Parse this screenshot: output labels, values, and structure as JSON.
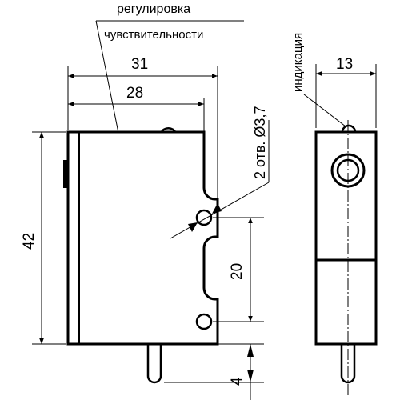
{
  "labels": {
    "adjust_line1": "регулировка",
    "adjust_line2": "чувствительности",
    "indication": "индикация",
    "holes": "2 отв. Ø3,7"
  },
  "dimensions": {
    "overall_width": "31",
    "hole_spacing_top": "28",
    "height": "42",
    "hole_pitch": "20",
    "pin_length": "4",
    "side_width": "13"
  }
}
